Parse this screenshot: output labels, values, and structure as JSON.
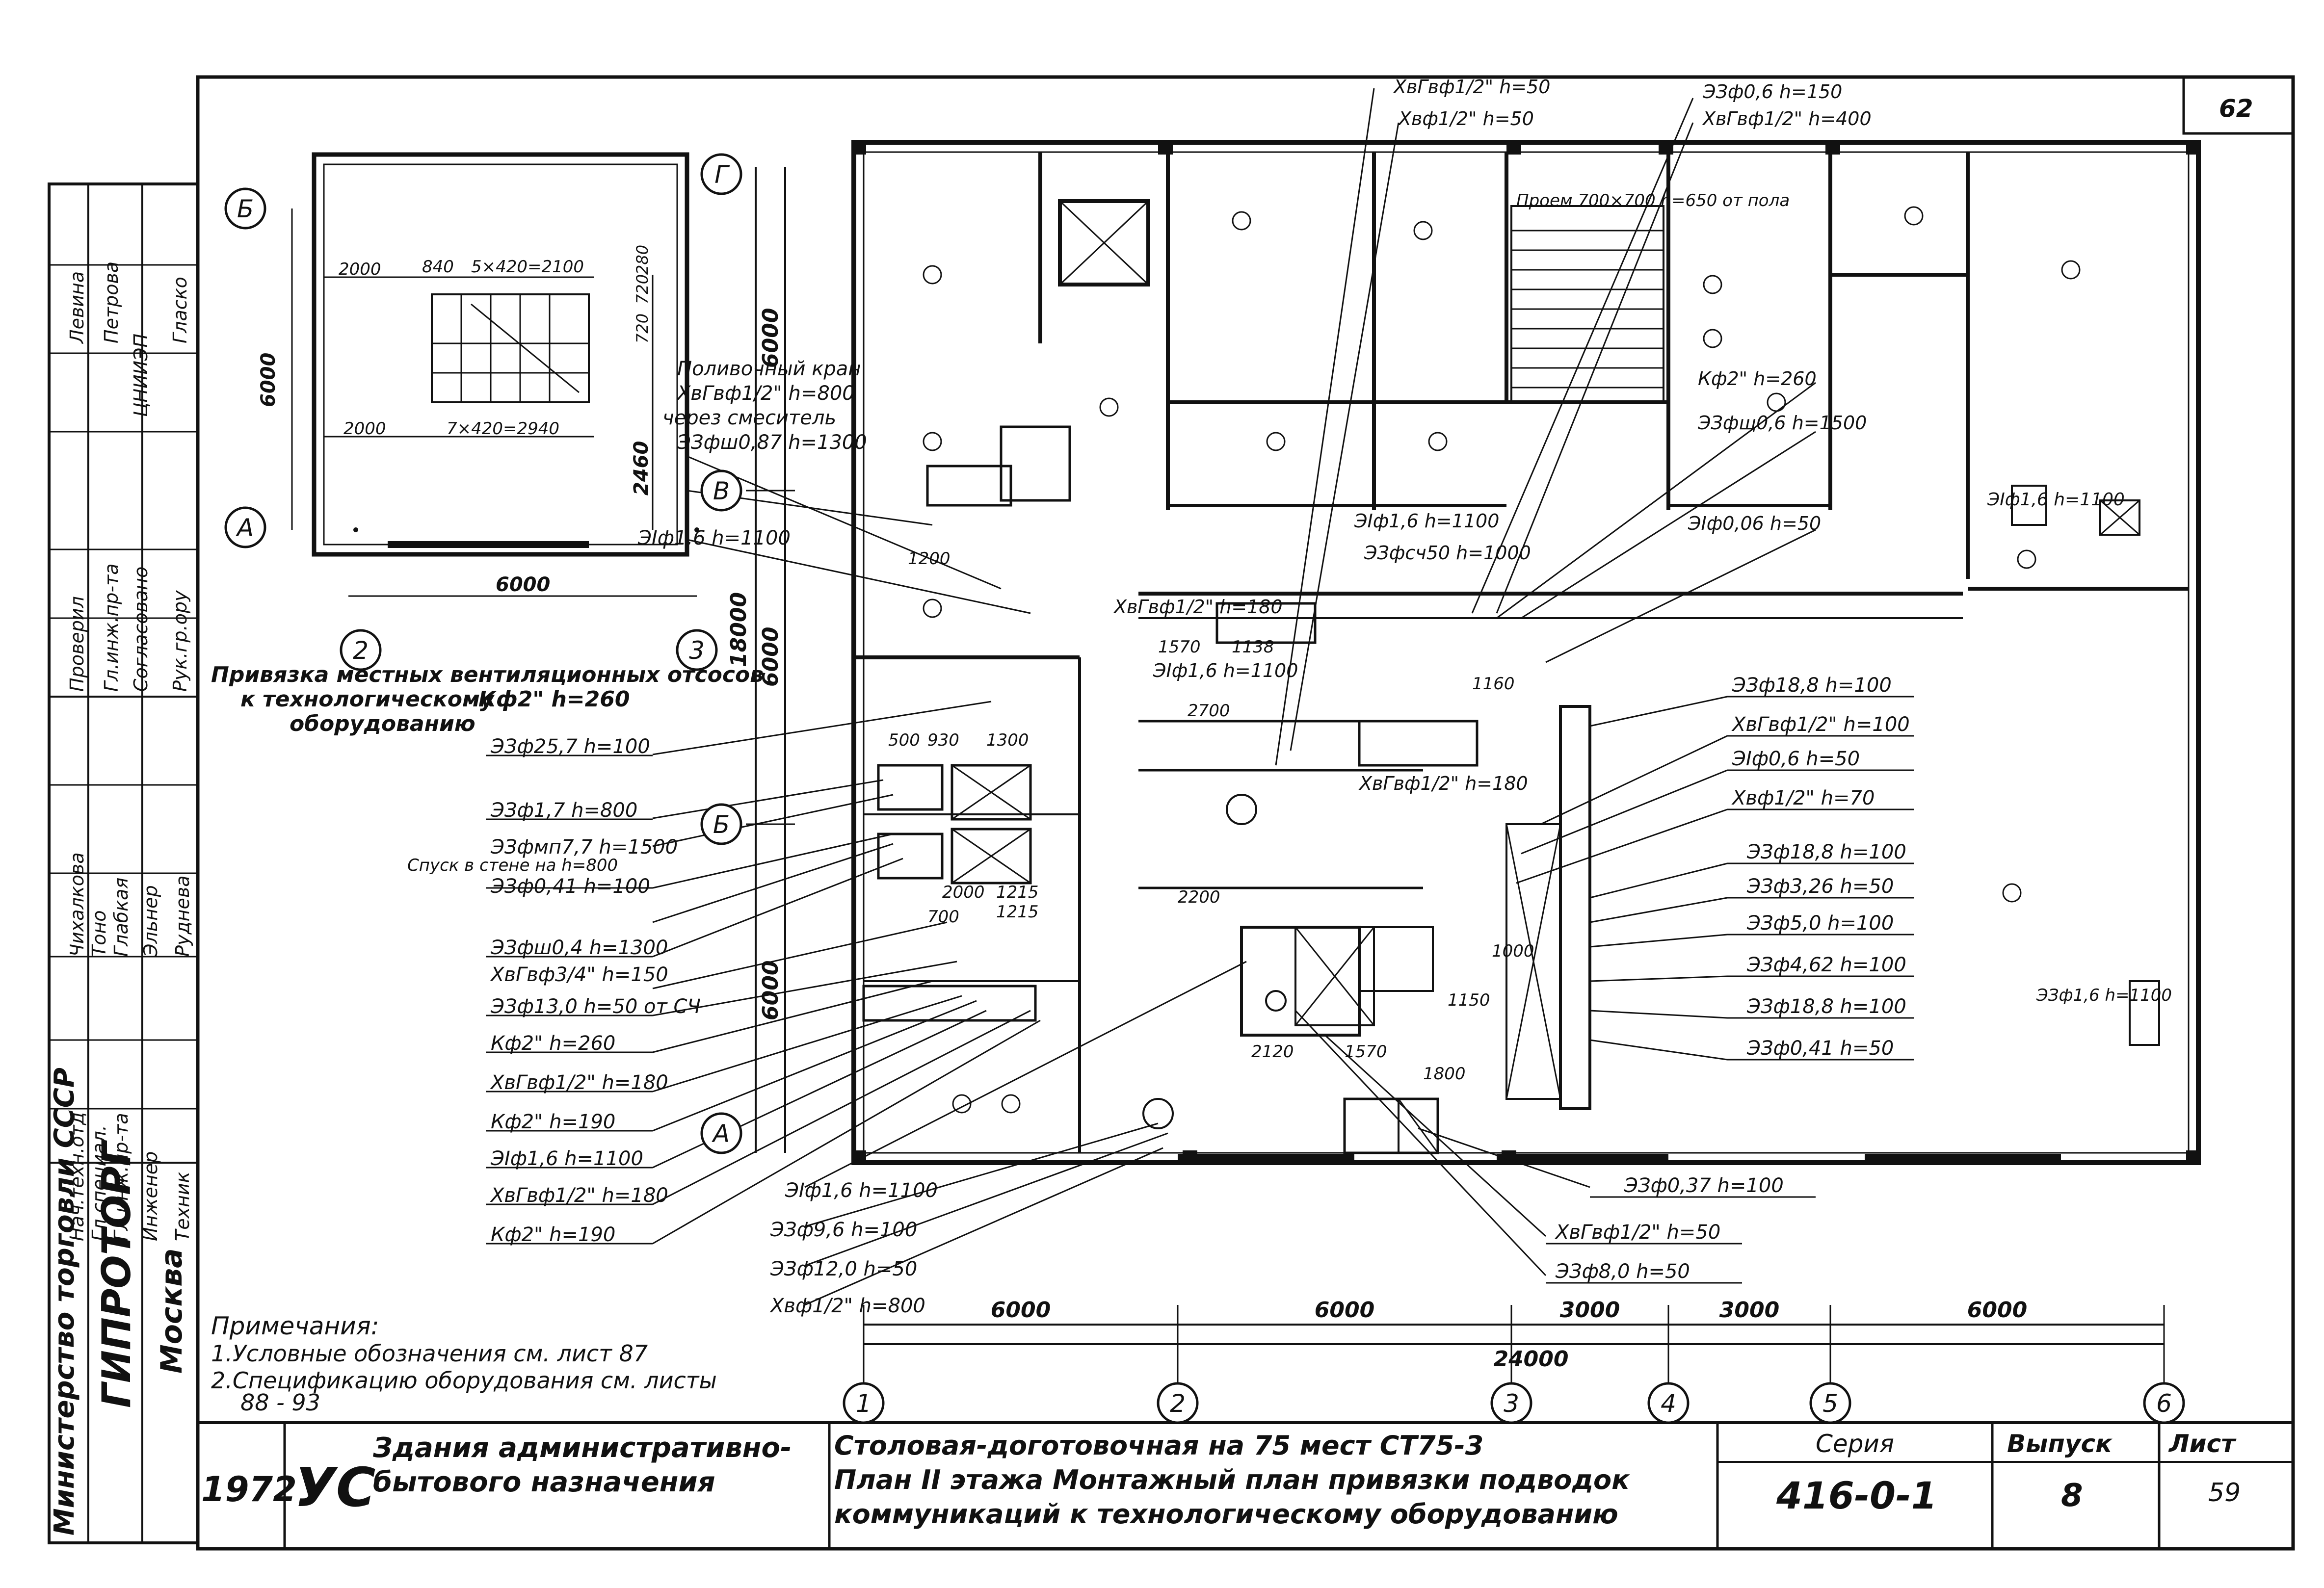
{
  "sheet_number_top": "62",
  "sheet_number_bottom": "59",
  "stamp": {
    "ministry": "Министерство торговли СССР",
    "institute": "ГИПРОТОРГ",
    "city": "Москва",
    "roles": [
      "Нач.техн.отд",
      "Гл.специал.",
      "Гл.инж.пр-та",
      "Инженер",
      "Техник"
    ],
    "roles2": [
      "Проверил",
      "Гл.инж.пр-та",
      "Согласовано",
      "Рук.гр.ору"
    ],
    "names_left": [
      "Чихалкова",
      "Тоно",
      "Глабкая",
      "Эльнер",
      "Руднева"
    ],
    "names_top": [
      "Левина",
      "Петрова",
      "ЦНИИЭП",
      "Гласко"
    ]
  },
  "title_block": {
    "year": "1972",
    "logo": "УС",
    "org_line1": "Здания административно-",
    "org_line2": "бытового назначения",
    "title_line1": "Столовая-доготовочная на 75 мест СТ75-3",
    "title_line2": "План II этажа Монтажный план привязки подводок",
    "title_line3": "коммуникаций к технологическому оборудованию",
    "series_label": "Серия",
    "series_value": "416-0-1",
    "issue_label": "Выпуск",
    "issue_value": "8",
    "sheet_label": "Лист"
  },
  "notes": {
    "heading": "Примечания:",
    "line1": "1.Условные обозначения см. лист 87",
    "line2": "2.Спецификацию оборудования см. листы",
    "line3": "88 - 93"
  },
  "axes": {
    "bottom": [
      "1",
      "2",
      "3",
      "4",
      "5",
      "6"
    ],
    "left": [
      "Г",
      "В",
      "Б",
      "А"
    ],
    "inset_bottom": [
      "2",
      "3"
    ],
    "inset_left": [
      "Б",
      "А"
    ]
  },
  "dimensions": {
    "bottom": [
      "6000",
      "6000",
      "3000",
      "3000",
      "6000"
    ],
    "bottom_total": "24000",
    "left_total": "18000",
    "left_parts": [
      "6000",
      "6000",
      "6000"
    ],
    "inset_width": "6000",
    "inset_height": "6000",
    "inset_row1": [
      "2000",
      "840",
      "5×420=2100"
    ],
    "inset_row2": [
      "2000",
      "7×420=2940"
    ],
    "inset_side": [
      "720",
      "720",
      "280",
      "2460"
    ]
  },
  "inset_title": "Привязка местных вентиляционных отсосов к технологическому оборудованию",
  "inset_kf": "Кф2\" h=260",
  "callouts_left": [
    "Поливочный кран",
    "ХвГвф1/2\" h=800",
    "через смеситель",
    "ЭЗфш0,87 h=1300",
    "ЭІф1,6 h=1100",
    "ЭЗф25,7 h=100",
    "ЭЗф1,7 h=800",
    "ЭЗфмп7,7 h=1500",
    "Спуск в стене на h=800",
    "ЭЗф0,41 h=100",
    "ЭЗфш0,4 h=1300",
    "ХвГвф3/4\" h=150",
    "ЭЗф13,0 h=50 от СЧ",
    "Кф2\" h=260",
    "ХвГвф1/2\" h=180",
    "Кф2\" h=190",
    "ЭІф1,6 h=1100",
    "ХвГвф1/2\" h=180",
    "Кф2\" h=190"
  ],
  "callouts_bottom": [
    "ЭІф1,6 h=1100",
    "ЭЗф9,6 h=100",
    "ЭЗф12,0 h=50",
    "Хвф1/2\" h=800"
  ],
  "callouts_top": [
    "ХвГвф1/2\" h=50",
    "Хвф1/2\" h=50",
    "ЭЗф0,6 h=150",
    "ХвГвф1/2\" h=400",
    "Проем 700×700 h=650 от пола"
  ],
  "callouts_mid": [
    "ХвГвф1/2\" h=180",
    "ЭІф1,6 h=1100",
    "ЭЗфсч50 h=1000",
    "ЭІф1,6 h=1100",
    "ХвГвф1/2\" h=180",
    "Кф2\" h=260",
    "ЭЗфщ0,6 h=1500",
    "ЭІф0,06 h=50"
  ],
  "callouts_right": [
    "ЭЗф18,8 h=100",
    "ХвГвф1/2\" h=100",
    "ЭІф0,6 h=50",
    "Хвф1/2\" h=70",
    "ЭЗф18,8 h=100",
    "ЭЗф3,26 h=50",
    "ЭЗф5,0 h=100",
    "ЭЗф4,62 h=100",
    "ЭЗф18,8 h=100",
    "ЭЗф0,41 h=50",
    "ЭЗф0,37 h=100",
    "ХвГвф1/2\" h=50",
    "ЭЗф8,0 h=50",
    "ЭІф1,6 h=1100",
    "ЭЗф1,6 h=1100"
  ],
  "room_dims": [
    "2700",
    "2200",
    "1570",
    "1138",
    "2000",
    "1215",
    "1300",
    "500",
    "930",
    "700",
    "1215",
    "1200",
    "2120",
    "1570",
    "1800",
    "1150",
    "1000",
    "1160"
  ]
}
